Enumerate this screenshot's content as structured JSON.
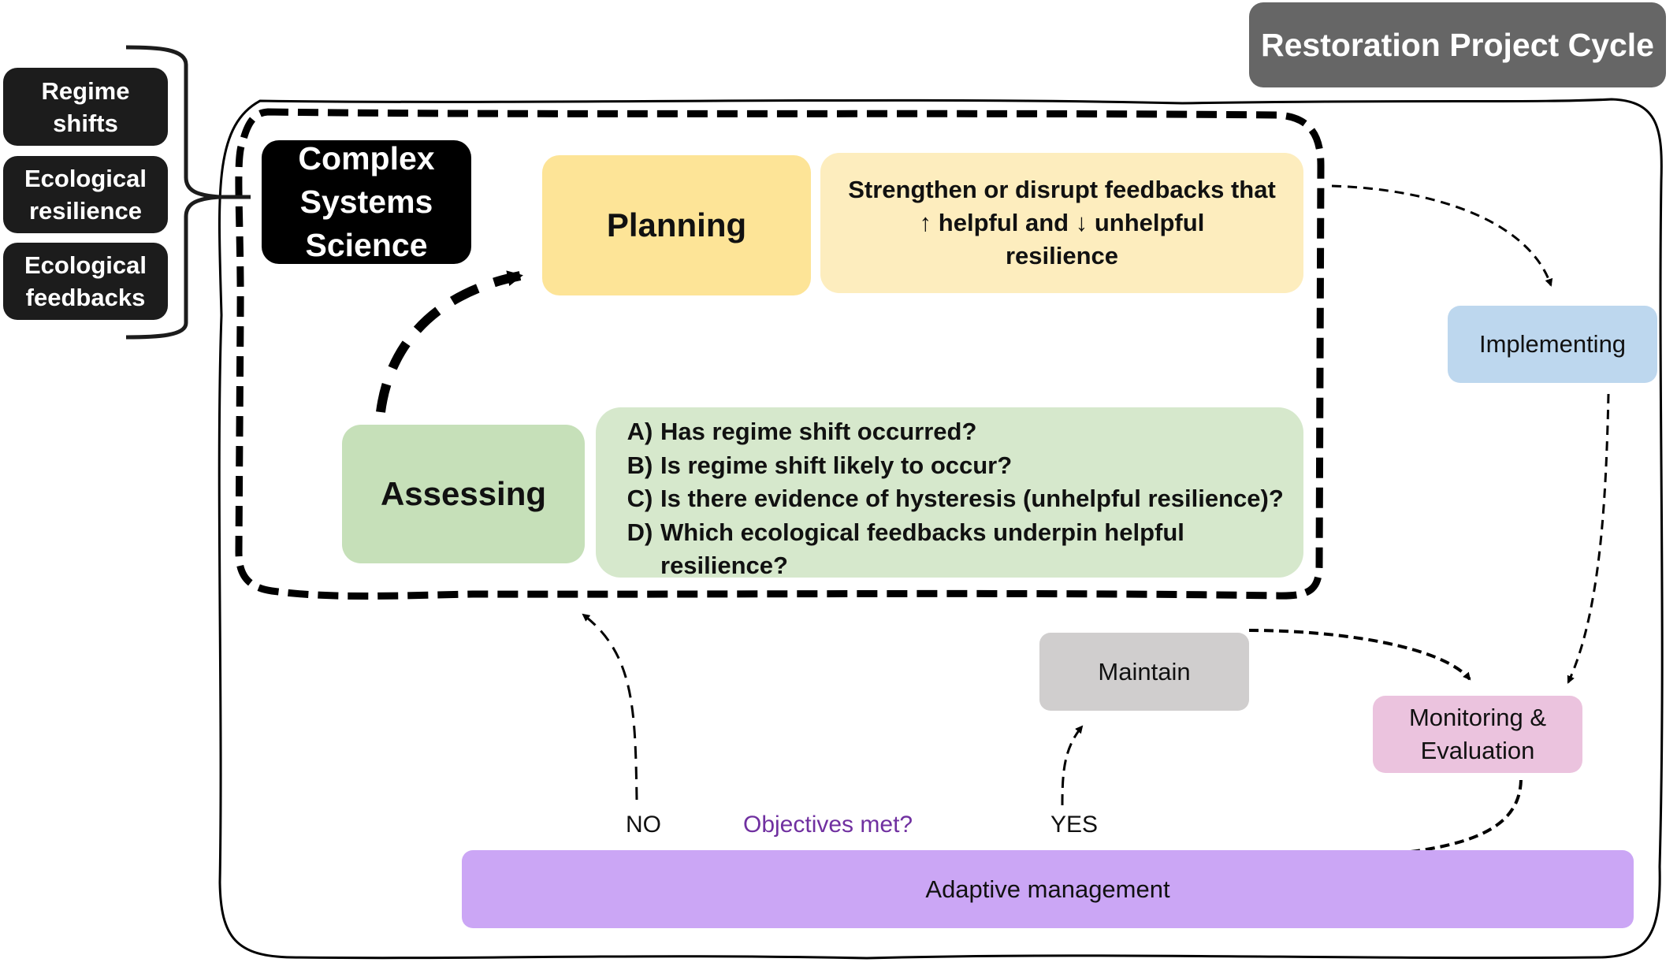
{
  "title": "Restoration Project Cycle",
  "concepts": [
    {
      "label": "Regime shifts",
      "lines": [
        "Regime",
        "shifts"
      ]
    },
    {
      "label": "Ecological resilience",
      "lines": [
        "Ecological",
        "resilience"
      ]
    },
    {
      "label": "Ecological feedbacks",
      "lines": [
        "Ecological",
        "feedbacks"
      ]
    }
  ],
  "complex_systems": {
    "lines": [
      "Complex",
      "Systems",
      "Science"
    ]
  },
  "planning": {
    "label": "Planning",
    "description_lines": [
      "Strengthen or disrupt feedbacks that",
      "↑ helpful and ↓ unhelpful",
      "resilience"
    ]
  },
  "assessing": {
    "label": "Assessing",
    "questions": [
      {
        "letter": "A)",
        "text": "Has regime shift occurred?"
      },
      {
        "letter": "B)",
        "text": "Is regime shift likely to occur?"
      },
      {
        "letter": "C)",
        "text": "Is there evidence of hysteresis (unhelpful resilience)?"
      },
      {
        "letter": "D)",
        "text": "Which ecological feedbacks underpin helpful resilience?"
      }
    ]
  },
  "implementing": {
    "label": "Implementing"
  },
  "maintain": {
    "label": "Maintain"
  },
  "monitoring": {
    "lines": [
      "Monitoring &",
      "Evaluation"
    ]
  },
  "adaptive": {
    "label": "Adaptive management"
  },
  "decision": {
    "question": "Objectives met?",
    "no_label": "NO",
    "yes_label": "YES"
  },
  "colors": {
    "title_bg": "#666666",
    "concept_bg": "#1c1c1c",
    "complex_bg": "#000000",
    "planning": "#fde497",
    "planning_desc": "#fdedbe",
    "assessing": "#c6e0b9",
    "assessing_desc": "#d6e8cc",
    "implementing": "#bdd7ee",
    "maintain": "#d0cece",
    "monitoring": "#ebc3de",
    "adaptive": "#cba6f5",
    "question_text": "#7030a0"
  }
}
